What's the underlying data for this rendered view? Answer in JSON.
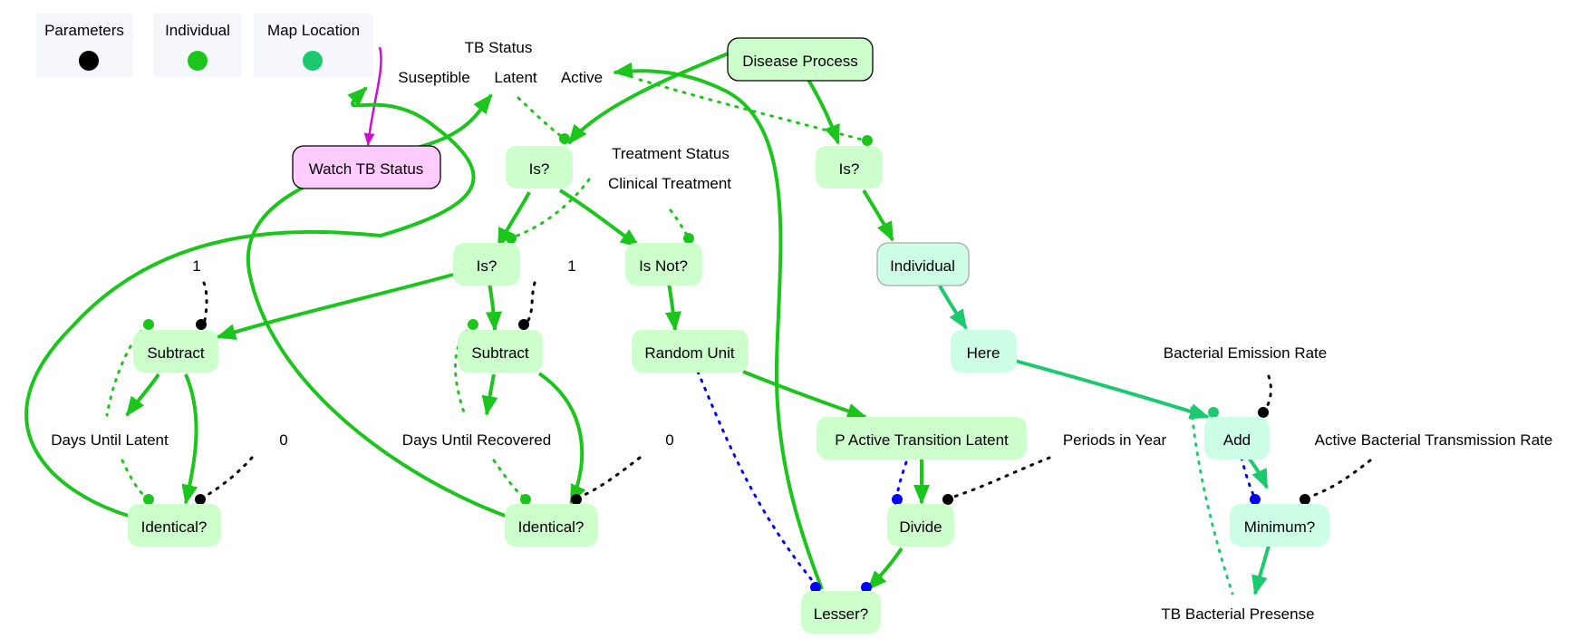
{
  "legend": [
    {
      "label": "Parameters",
      "color": "#000000"
    },
    {
      "label": "Individual",
      "color": "#1cc51c"
    },
    {
      "label": "Map Location",
      "color": "#1dc96f"
    }
  ],
  "tb_status": {
    "title": "TB Status",
    "states": [
      "Suseptible",
      "Latent",
      "Active"
    ]
  },
  "nodes": {
    "disease_process": "Disease Process",
    "watch_tb_status": "Watch TB Status",
    "is_1": "Is?",
    "is_2": "Is?",
    "is_3": "Is?",
    "is_not": "Is Not?",
    "individual": "Individual",
    "here": "Here",
    "subtract_1": "Subtract",
    "subtract_2": "Subtract",
    "random_unit": "Random Unit",
    "p_active": "P Active Transition Latent",
    "add": "Add",
    "identical_1": "Identical?",
    "identical_2": "Identical?",
    "divide": "Divide",
    "minimum": "Minimum?",
    "lesser": "Lesser?"
  },
  "labels": {
    "treatment_status": "Treatment Status",
    "clinical_treatment": "Clinical Treatment",
    "one_a": "1",
    "one_b": "1",
    "days_until_latent": "Days Until Latent",
    "days_until_recovered": "Days Until Recovered",
    "zero_a": "0",
    "zero_b": "0",
    "bacterial_emission_rate": "Bacterial Emission Rate",
    "periods_in_year": "Periods in Year",
    "active_bacterial_transmission_rate": "Active Bacterial Transmission Rate",
    "tb_bacterial_presense": "TB Bacterial Presense"
  },
  "colors": {
    "individual": "#1cc51c",
    "map_location": "#1dc96f",
    "parameters": "#000000",
    "blue_link": "#0000ff",
    "watch_link": "#cc11cc",
    "node_individual_fill": "#ccffcc",
    "node_map_fill": "#ccffe6",
    "node_watch_fill": "#ffccff"
  }
}
